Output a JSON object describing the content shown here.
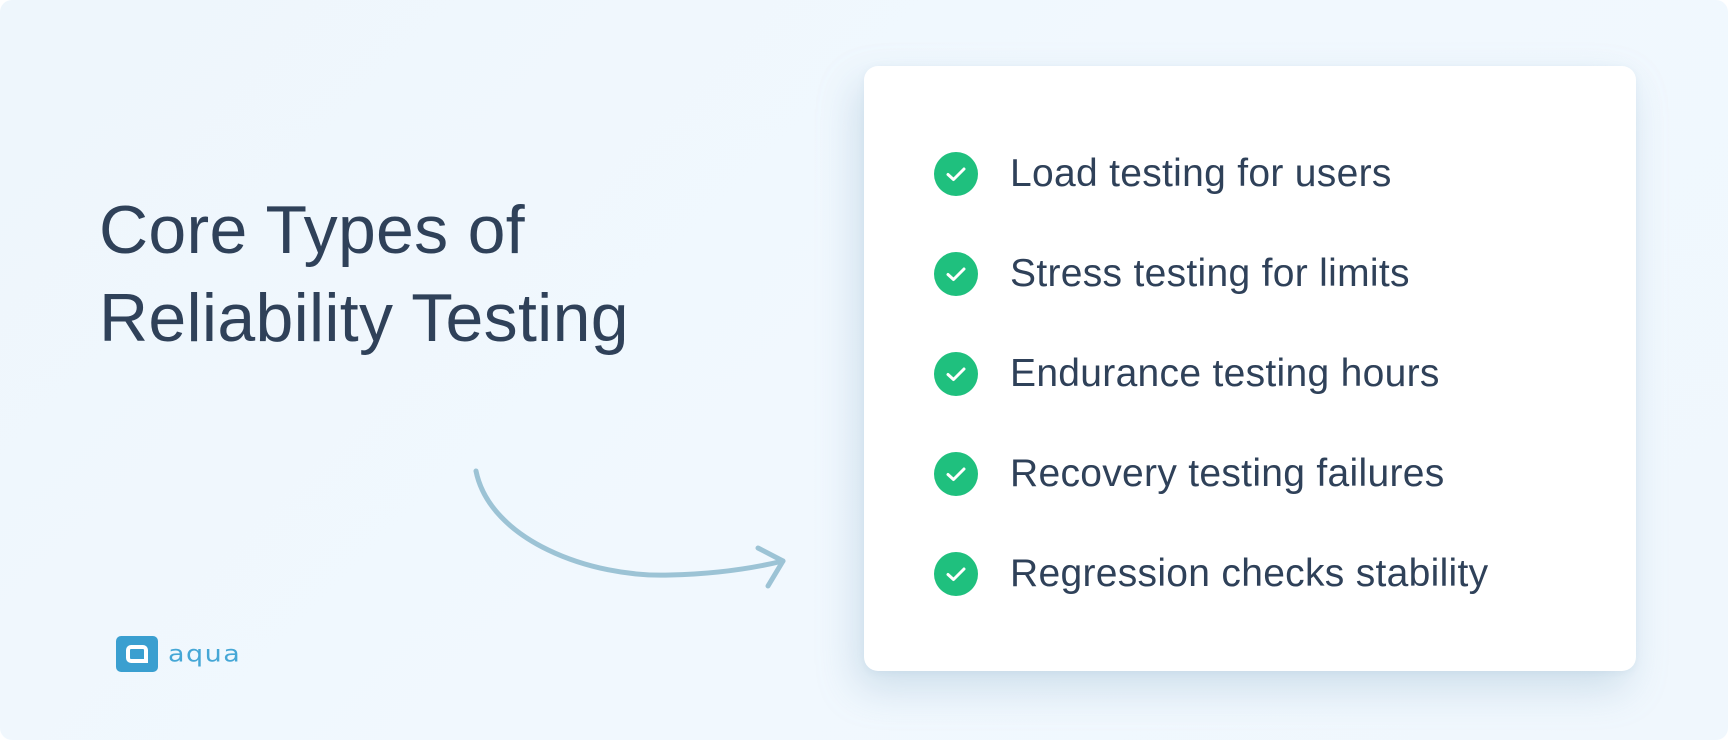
{
  "heading": {
    "line1": "Core Types of",
    "line2": "Reliability Testing"
  },
  "checklist": {
    "icon": "check-circle-icon",
    "items": [
      {
        "label": "Load testing for users"
      },
      {
        "label": "Stress testing for limits"
      },
      {
        "label": "Endurance testing hours"
      },
      {
        "label": "Recovery testing failures"
      },
      {
        "label": "Regression checks stability"
      }
    ]
  },
  "logo": {
    "icon": "aqua-logo-icon",
    "text": "aqua"
  },
  "decorations": {
    "arrow": "curved-arrow-icon"
  },
  "colors": {
    "background": "#f0f7fd",
    "heading_text": "#2f4159",
    "check_green": "#1fc07e",
    "arrow": "#9cc3d5",
    "logo_blue": "#3a9fd0",
    "card": "#ffffff"
  }
}
